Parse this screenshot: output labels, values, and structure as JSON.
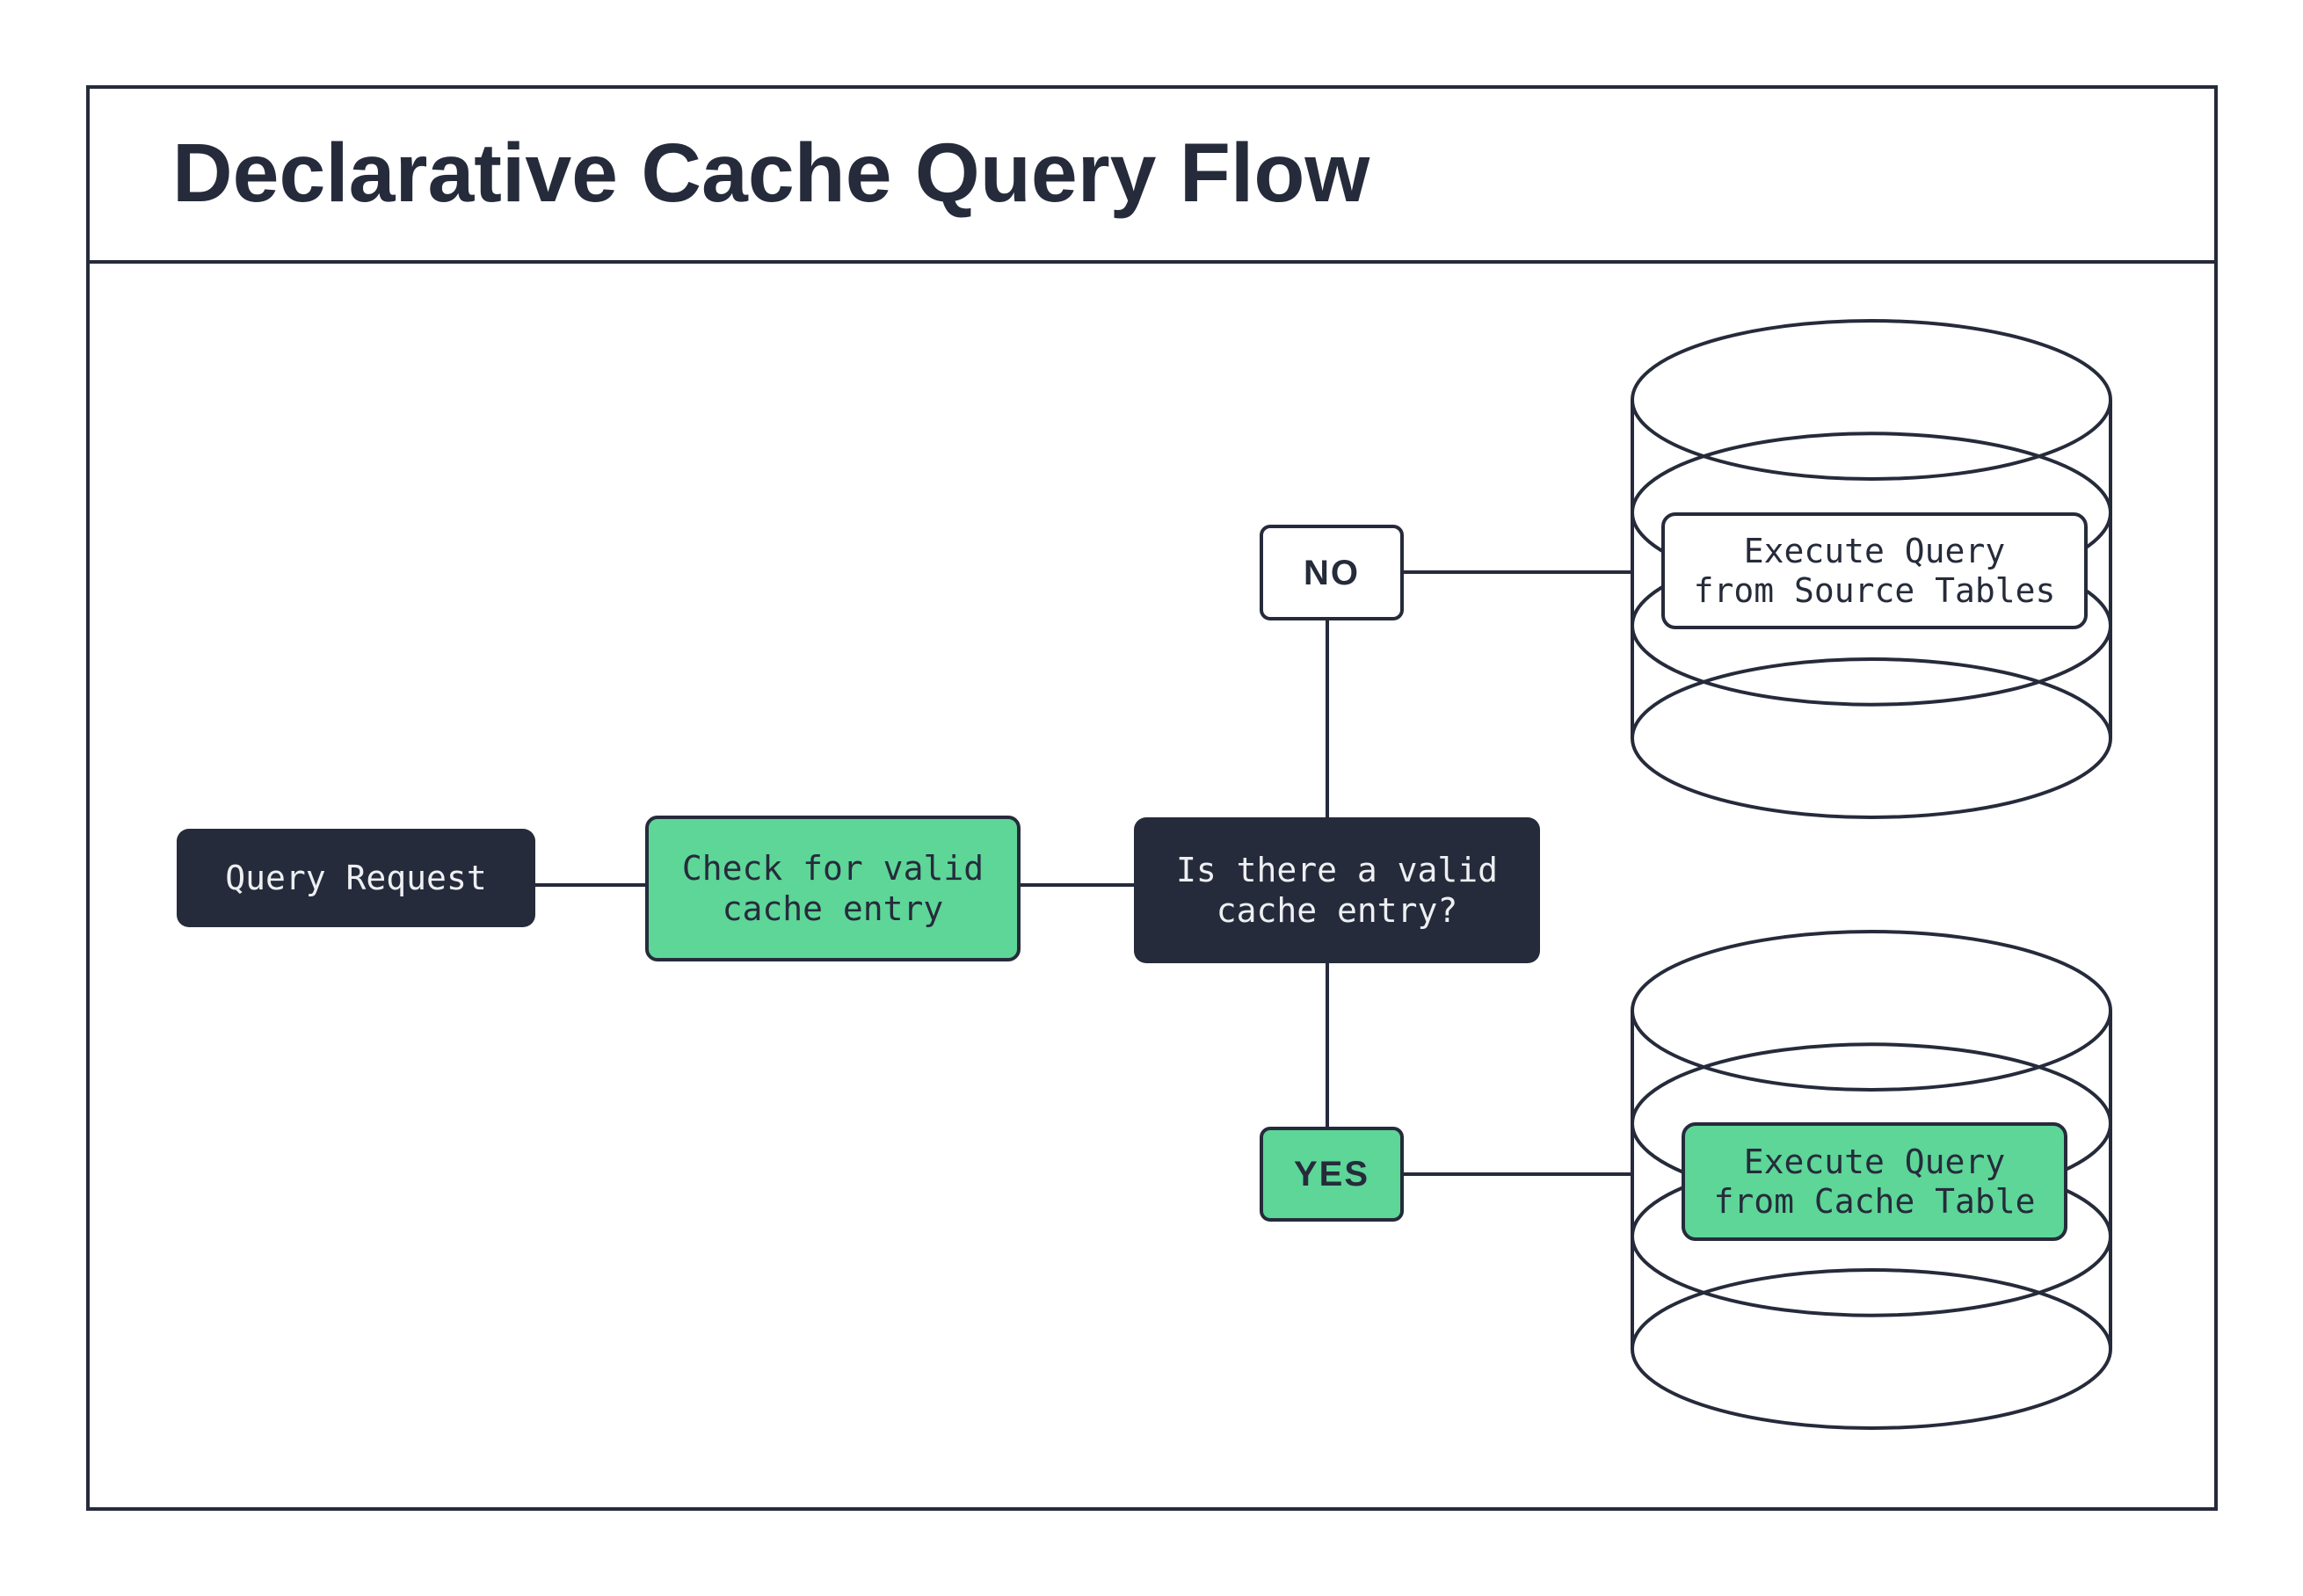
{
  "title": "Declarative Cache Query Flow",
  "colors": {
    "outline_dark": "#262b3b",
    "accent_green": "#5dd698",
    "node_text_light": "#edeff2",
    "background": "#ffffff"
  },
  "nodes": {
    "query_request": {
      "label": "Query Request"
    },
    "check_cache": {
      "lines": [
        "Check for valid",
        "cache entry"
      ]
    },
    "decision": {
      "lines": [
        "Is there a valid",
        "cache entry?"
      ]
    },
    "no_branch": {
      "label": "NO"
    },
    "yes_branch": {
      "label": "YES"
    },
    "source_db": {
      "lines": [
        "Execute Query",
        "from Source Tables"
      ]
    },
    "cache_db": {
      "lines": [
        "Execute Query",
        "from Cache Table"
      ]
    }
  },
  "icons": {
    "source_database_cylinder": "database-cylinder",
    "cache_database_cylinder": "database-cylinder"
  }
}
